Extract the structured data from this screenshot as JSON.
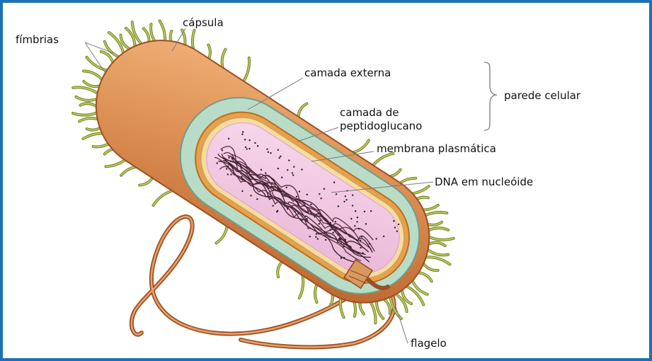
{
  "diagram": {
    "labels": {
      "fimbrias": "fímbrias",
      "capsula": "cápsula",
      "camada_externa": "camada externa",
      "parede_celular": "parede celular",
      "camada_de": "camada de",
      "peptidoglucano": "peptidoglucano",
      "membrana_plasmatica": "membrana plasmática",
      "dna_nucleoide": "DNA em nucleóide",
      "flagelo": "flagelo"
    },
    "colors": {
      "frame": "#1f6fb3",
      "capsule": "#d98a4e",
      "outer_layer": "#b9dcc9",
      "peptidoglycan": "#e8a04a",
      "membrane": "#f6dca0",
      "cytoplasm": "#f0c8e2",
      "dna": "#4a2a3a",
      "fimbriae": "#7c8a2c"
    }
  }
}
